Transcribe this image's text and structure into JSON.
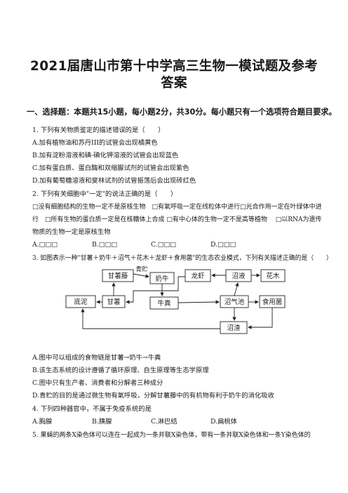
{
  "title": {
    "line1": "2021届唐山市第十中学高三生物一模试题及参考",
    "line2": "答案"
  },
  "section1": "一、选择题：本题共15小题，每小题2分，共30分。每小题只有一个选项符合题目要求。",
  "q1": {
    "stem": "1. 下列有关物质鉴定的描述错误的是（　　）",
    "A": "A.加有植物油和苏丹III的试管会出现橘黄色",
    "B": "B.加有淀粉溶液和碘-碘化钾溶液的试管会出现蓝色",
    "C": "C.加有蛋白质、蛋白酶和双缩脲试剂的试管会出现紫色",
    "D": "D.加有葡萄糖溶液和斐林试剂的试管振荡后会出现砖红色"
  },
  "q2": {
    "stem": "2. 下列有关细胞中\"一定\"的说法正确的是（　　）",
    "l1": "□没有细胞结构的生物一定不是原核生物　□有氧呼吸一定在线粒体中进行□光合作用一定在叶绿体中进",
    "l2": "行　□所有生物的蛋白质一定是在核糖体上合成 □有中心体的生物一定不是高等植物　 □以RNA为遗传",
    "l3": "物质的生物一定是原核生物",
    "A": "A.□□□",
    "B": "B.□□□",
    "C": "C.□□□",
    "D": "D.□□□"
  },
  "q3": {
    "stem": "3. 如图表示一种\"甘薯＋奶牛＋沼气＋花木＋龙虾＋食用菌\"的生态农业模式，下列有关描述正确的是（　　）",
    "diagram": {
      "n1": "甘薯藤",
      "n2": "奶牛",
      "n3": "龙虾",
      "n4": "沼液",
      "n5": "花木",
      "n6": "底泥",
      "n7": "甘薯",
      "n8": "牛粪",
      "n9": "沼气池",
      "n10": "食用菌",
      "n11": "沼渣",
      "edge_label": "青贮"
    },
    "A": "A.图中可以组成的食物链是甘薯→奶牛→牛粪",
    "B": "B.该生态系统的设计遵循了循环原理、自生原理等生态学原理",
    "C": "C.图中只有生产者、消费者和分解者三种成分",
    "D": "D.青贮的目的是通过微生物有氧呼吸，分解甘薯藤中的有机物有利于奶牛的消化吸收"
  },
  "q4": {
    "stem": "4. 下列四种器官中，不属于免疫系统的是",
    "A": "A.胸腺",
    "B": "B.胰腺",
    "C": "C.淋巴结",
    "D": "D.扁桃体"
  },
  "q5": {
    "stem": "5. 果蝇的两条X染色体可以连在一起成为一条并联X染色体，带有一条并联X染色体和一条Y染色体的"
  }
}
